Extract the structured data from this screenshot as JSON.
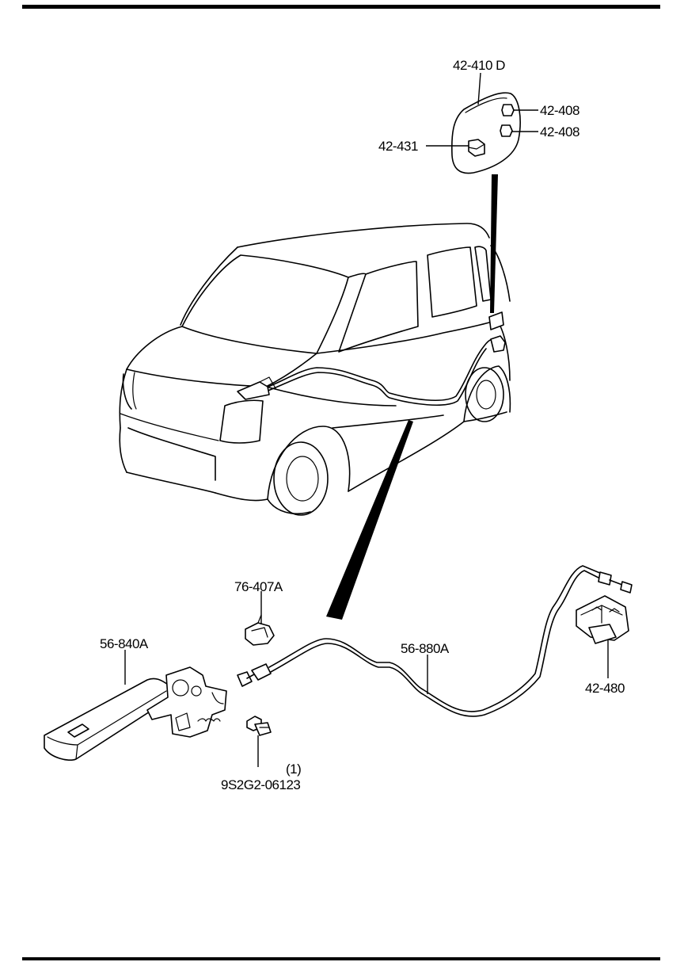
{
  "diagram": {
    "callouts": {
      "p42_410D": "42-410 D",
      "p42_408_a": "42-408",
      "p42_408_b": "42-408",
      "p42_431": "42-431",
      "p76_407A": "76-407A",
      "p56_840A": "56-840A",
      "p56_880A": "56-880A",
      "p42_480": "42-480",
      "p9S2G2_qty": "(1)",
      "p9S2G2": "9S2G2-06123"
    }
  }
}
